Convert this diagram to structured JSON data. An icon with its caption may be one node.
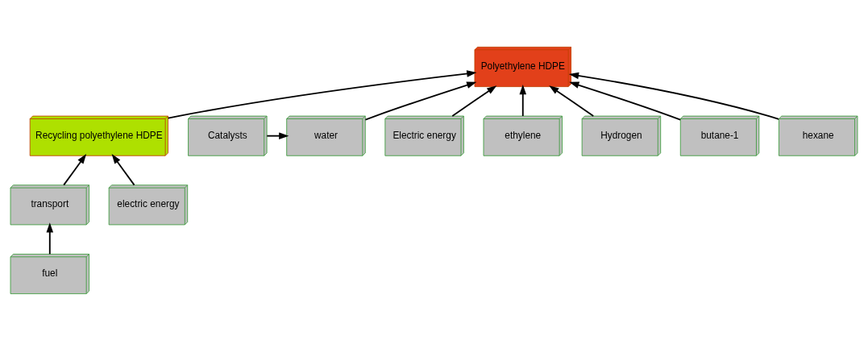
{
  "diagram": {
    "nodes": [
      {
        "text": [
          "Polyethylene HDPE"
        ]
      },
      {
        "text": [
          "Recycling polyethylene HDPE"
        ]
      },
      {
        "text": [
          "Catalysts"
        ]
      },
      {
        "text": [
          "water"
        ]
      },
      {
        "text": [
          "Electric energy"
        ]
      },
      {
        "text": [
          "ethylene"
        ]
      },
      {
        "text": [
          "transport"
        ]
      },
      {
        "text": [
          "electric energy"
        ]
      },
      {
        "text": [
          "Hydrogen"
        ]
      },
      {
        "text": [
          "butane-1"
        ]
      },
      {
        "text": [
          "hexane"
        ]
      },
      {
        "text": [
          "fuel"
        ]
      }
    ],
    "edges": [
      {
        "from": 2,
        "to": 3,
        "arrow": "to"
      },
      {
        "from": 3,
        "to": 0,
        "arrow": "to"
      },
      {
        "from": 4,
        "to": 0,
        "arrow": "to"
      },
      {
        "from": 8,
        "to": 0,
        "arrow": "to"
      },
      {
        "from": 9,
        "to": 0,
        "arrow": "to"
      },
      {
        "from": 10,
        "to": 0,
        "arrow": "to"
      },
      {
        "from": 5,
        "to": 0,
        "arrow": "to"
      },
      {
        "from": 1,
        "to": 0,
        "arrow": "to"
      },
      {
        "from": 6,
        "to": 1,
        "arrow": "to"
      },
      {
        "from": 7,
        "to": 1,
        "arrow": "to"
      },
      {
        "from": 11,
        "to": 6,
        "arrow": "to"
      }
    ]
  }
}
